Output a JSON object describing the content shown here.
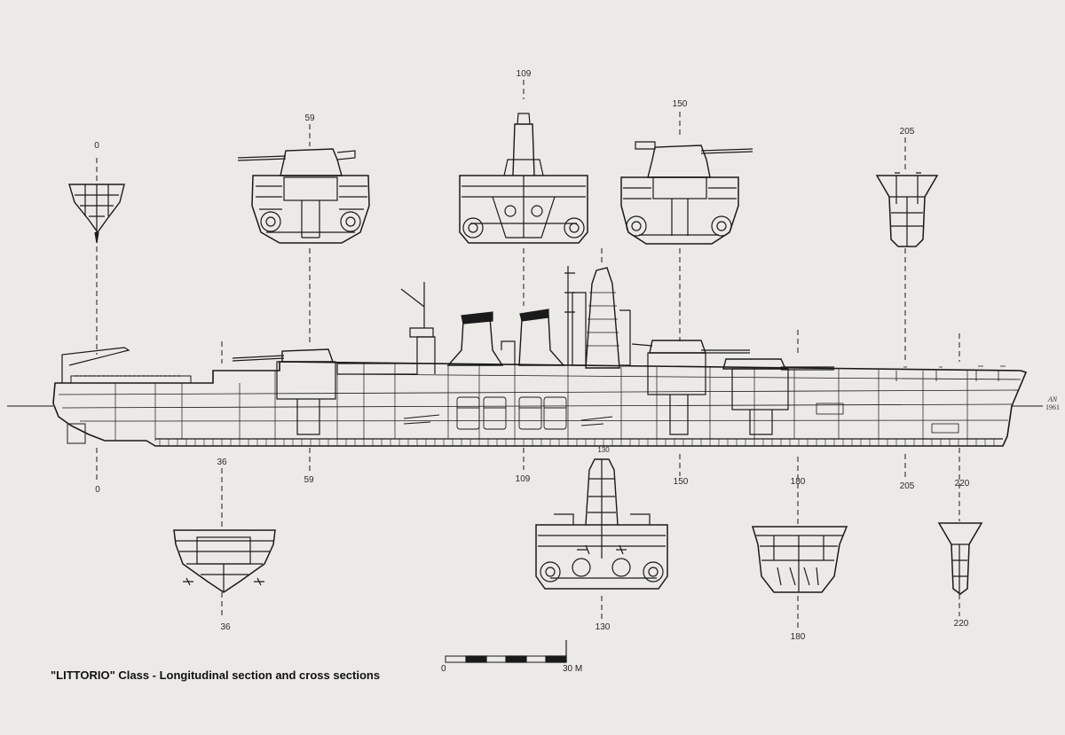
{
  "caption": "\"LITTORIO\" Class - Longitudinal section and cross sections",
  "scale": {
    "start_label": "0",
    "end_label": "30 M"
  },
  "signature": {
    "initials": "AN",
    "year": "1961"
  },
  "top_sections": [
    {
      "frame": "0",
      "icon": "bow-cross-section-icon"
    },
    {
      "frame": "59",
      "icon": "turret-cross-section-icon"
    },
    {
      "frame": "109",
      "icon": "funnel-cross-section-icon"
    },
    {
      "frame": "150",
      "icon": "turret-cross-section-icon"
    },
    {
      "frame": "205",
      "icon": "stern-cross-section-icon"
    }
  ],
  "bottom_sections": [
    {
      "frame": "36",
      "icon": "hull-cross-section-icon"
    },
    {
      "frame": "130",
      "icon": "tower-cross-section-icon"
    },
    {
      "frame": "180",
      "icon": "hull-cross-section-icon"
    },
    {
      "frame": "220",
      "icon": "stern-cross-section-icon"
    }
  ],
  "profile_frames": [
    "0",
    "36",
    "59",
    "109",
    "130",
    "150",
    "180",
    "205",
    "220"
  ],
  "colors": {
    "paper": "#eceae6",
    "ink": "#1a1a1a"
  }
}
